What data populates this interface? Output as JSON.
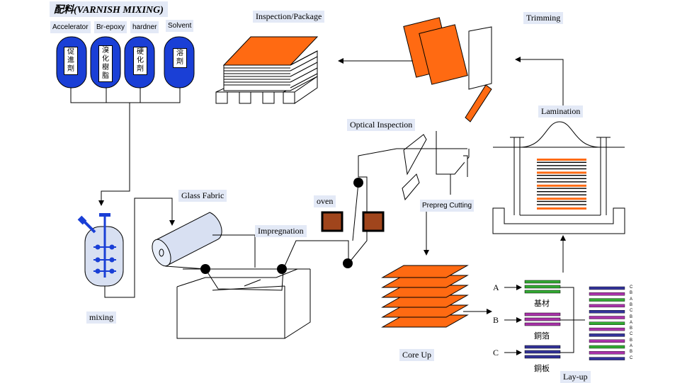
{
  "title": "配料(VARNISH MIXING)",
  "tanks": [
    {
      "label": "Accelerator",
      "text": "促進劑"
    },
    {
      "label": "Br-epoxy",
      "text": "溴化樹脂"
    },
    {
      "label": "hardner",
      "text": "硬化劑"
    },
    {
      "label": "Solvent",
      "text": "溶劑"
    }
  ],
  "stages": {
    "mixing": "mixing",
    "glass_fabric": "Glass Fabric",
    "impregnation": "Impregnation",
    "oven": "oven",
    "optical_inspection": "Optical Inspection",
    "prepreg_cutting": "Prepreg Cutting",
    "core_up": "Core Up",
    "layup": "Lay-up",
    "lamination": "Lamination",
    "trimming": "Trimming",
    "inspection_package": "Inspection/Package"
  },
  "layup_inputs": [
    {
      "letter": "A",
      "text": "基材",
      "color": "#33aa33"
    },
    {
      "letter": "B",
      "text": "銅箔",
      "color": "#aa33aa"
    },
    {
      "letter": "C",
      "text": "銅板",
      "color": "#333399"
    }
  ],
  "stack_letters": [
    "C",
    "B",
    "A",
    "B",
    "C",
    "B",
    "A",
    "B",
    "C",
    "B",
    "A",
    "B",
    "C"
  ],
  "colors": {
    "orange": "#ff6a12",
    "blue": "#1a3fd6",
    "oven": "#a0451c"
  }
}
